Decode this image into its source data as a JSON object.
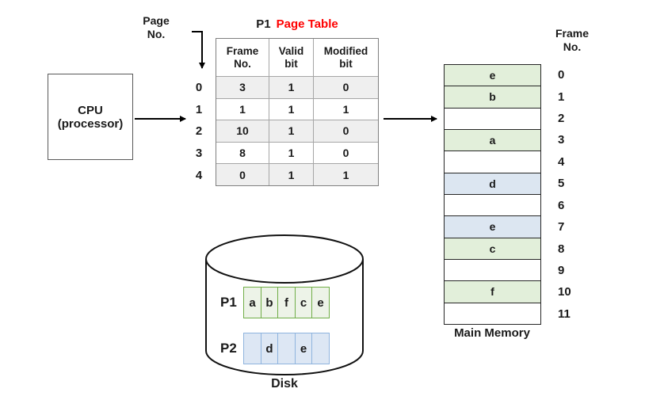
{
  "colors": {
    "title_red": "#fe0000",
    "table_row_shade": "#efefef",
    "memory_green": "#e2efda",
    "memory_blue": "#dce6f1",
    "disk_p1_fill": "#edf3e8",
    "disk_p1_border": "#70ad47",
    "disk_p2_fill": "#dde7f4",
    "disk_p2_border": "#8fb4de"
  },
  "cpu": {
    "line1": "CPU",
    "line2": "(processor)"
  },
  "page_no_label": {
    "line1": "Page",
    "line2": "No."
  },
  "page_table": {
    "process_label": "P1",
    "title": "Page Table",
    "headers": [
      {
        "line1": "Frame",
        "line2": "No."
      },
      {
        "line1": "Valid",
        "line2": "bit"
      },
      {
        "line1": "Modified",
        "line2": "bit"
      }
    ],
    "rows": [
      {
        "page": "0",
        "frame": "3",
        "valid": "1",
        "modified": "0"
      },
      {
        "page": "1",
        "frame": "1",
        "valid": "1",
        "modified": "1"
      },
      {
        "page": "2",
        "frame": "10",
        "valid": "1",
        "modified": "0"
      },
      {
        "page": "3",
        "frame": "8",
        "valid": "1",
        "modified": "0"
      },
      {
        "page": "4",
        "frame": "0",
        "valid": "1",
        "modified": "1"
      }
    ]
  },
  "memory": {
    "frame_label": {
      "line1": "Frame",
      "line2": "No."
    },
    "caption": "Main Memory",
    "frames": [
      {
        "no": "0",
        "content": "e",
        "fill": "green"
      },
      {
        "no": "1",
        "content": "b",
        "fill": "green"
      },
      {
        "no": "2",
        "content": "",
        "fill": "white"
      },
      {
        "no": "3",
        "content": "a",
        "fill": "green"
      },
      {
        "no": "4",
        "content": "",
        "fill": "white"
      },
      {
        "no": "5",
        "content": "d",
        "fill": "blue"
      },
      {
        "no": "6",
        "content": "",
        "fill": "white"
      },
      {
        "no": "7",
        "content": "e",
        "fill": "blue"
      },
      {
        "no": "8",
        "content": "c",
        "fill": "green"
      },
      {
        "no": "9",
        "content": "",
        "fill": "white"
      },
      {
        "no": "10",
        "content": "f",
        "fill": "green"
      },
      {
        "no": "11",
        "content": "",
        "fill": "white"
      }
    ]
  },
  "disk": {
    "caption": "Disk",
    "p1": {
      "label": "P1",
      "cells": [
        "a",
        "b",
        "f",
        "c",
        "e"
      ]
    },
    "p2": {
      "label": "P2",
      "cells": [
        "",
        "d",
        "",
        "e",
        ""
      ]
    }
  }
}
